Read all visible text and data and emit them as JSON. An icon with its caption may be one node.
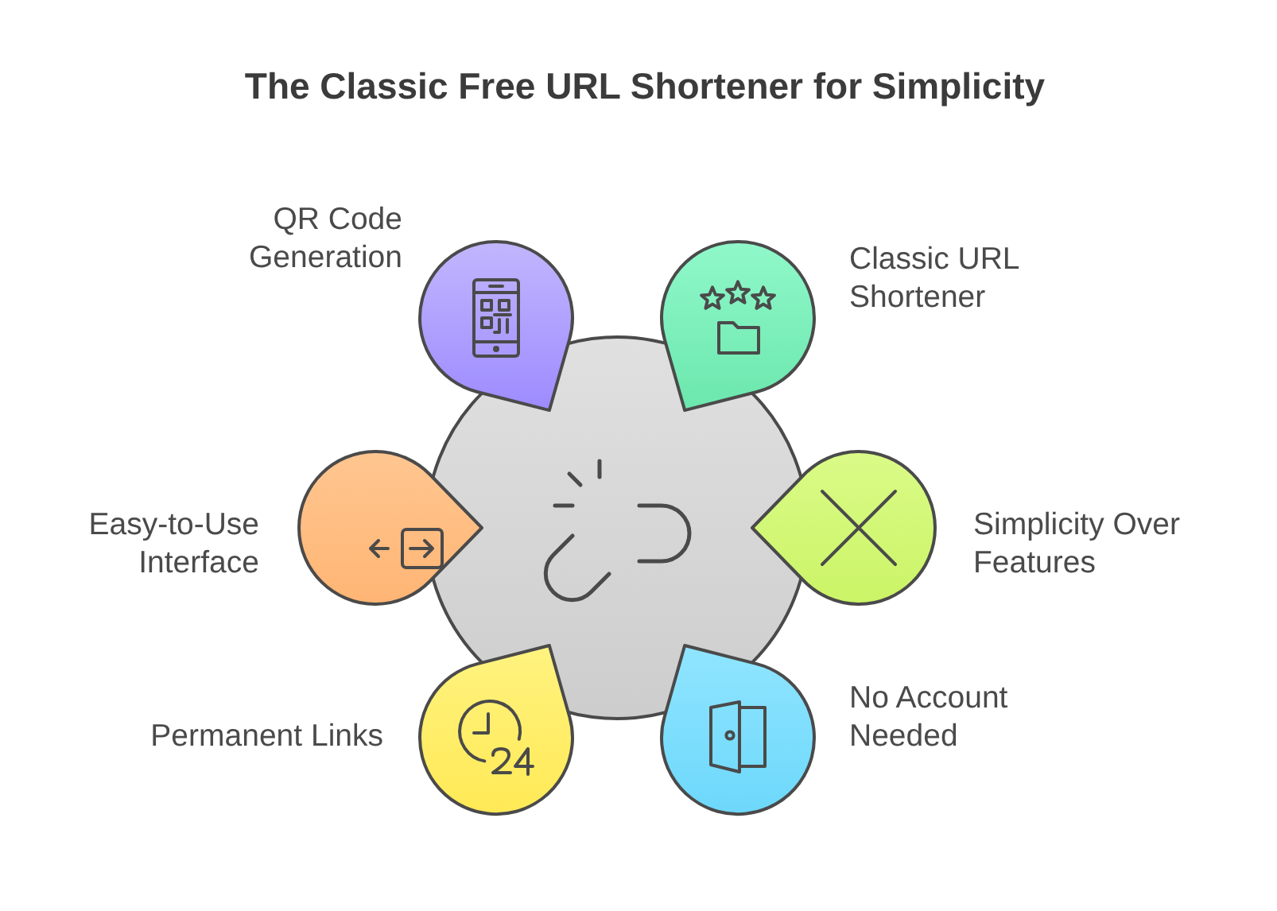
{
  "diagram": {
    "title": "The Classic Free URL Shortener for Simplicity",
    "nodes": [
      {
        "text": [],
        "shape": "circle"
      },
      {
        "text": [],
        "shape": "teardrop",
        "beside": [
          "QR Code Generation"
        ]
      },
      {
        "text": [],
        "shape": "teardrop",
        "beside": [
          "Classic URL Shortener"
        ]
      },
      {
        "text": [],
        "shape": "teardrop",
        "beside": [
          "Easy-to-Use Interface"
        ]
      },
      {
        "text": [],
        "shape": "teardrop",
        "beside": [
          "Simplicity Over Features"
        ]
      },
      {
        "text": [],
        "shape": "teardrop",
        "beside": [
          "Permanent Links"
        ]
      },
      {
        "text": [],
        "shape": "teardrop",
        "beside": [
          "No Account Needed"
        ]
      }
    ]
  }
}
